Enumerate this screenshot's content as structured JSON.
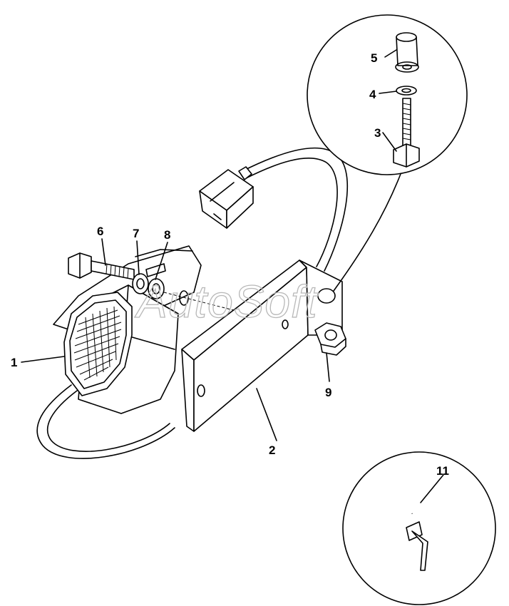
{
  "watermark": "AutoSoft",
  "callouts": {
    "c1": "1",
    "c2": "2",
    "c3": "3",
    "c4": "4",
    "c5": "5",
    "c6": "6",
    "c7": "7",
    "c8": "8",
    "c9": "9",
    "c11": "11"
  }
}
